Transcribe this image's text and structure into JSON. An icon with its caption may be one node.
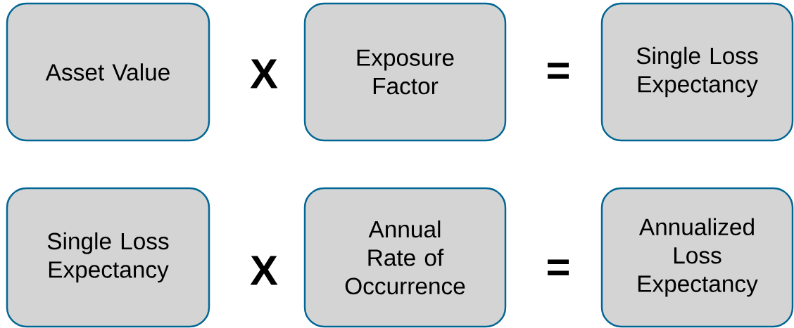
{
  "diagram": {
    "nodes": [
      {
        "text": [
          "Asset Value"
        ]
      },
      {
        "text": [
          "Exposure Factor"
        ]
      },
      {
        "text": [
          "Single Loss Expectancy"
        ]
      },
      {
        "text": [
          "Single Loss Expectancy"
        ]
      },
      {
        "text": [
          "Annual Rate of Occurrence"
        ]
      },
      {
        "text": [
          "Annualized Loss Expectancy"
        ]
      }
    ],
    "labels": [
      "X",
      "=",
      "X",
      "="
    ]
  }
}
